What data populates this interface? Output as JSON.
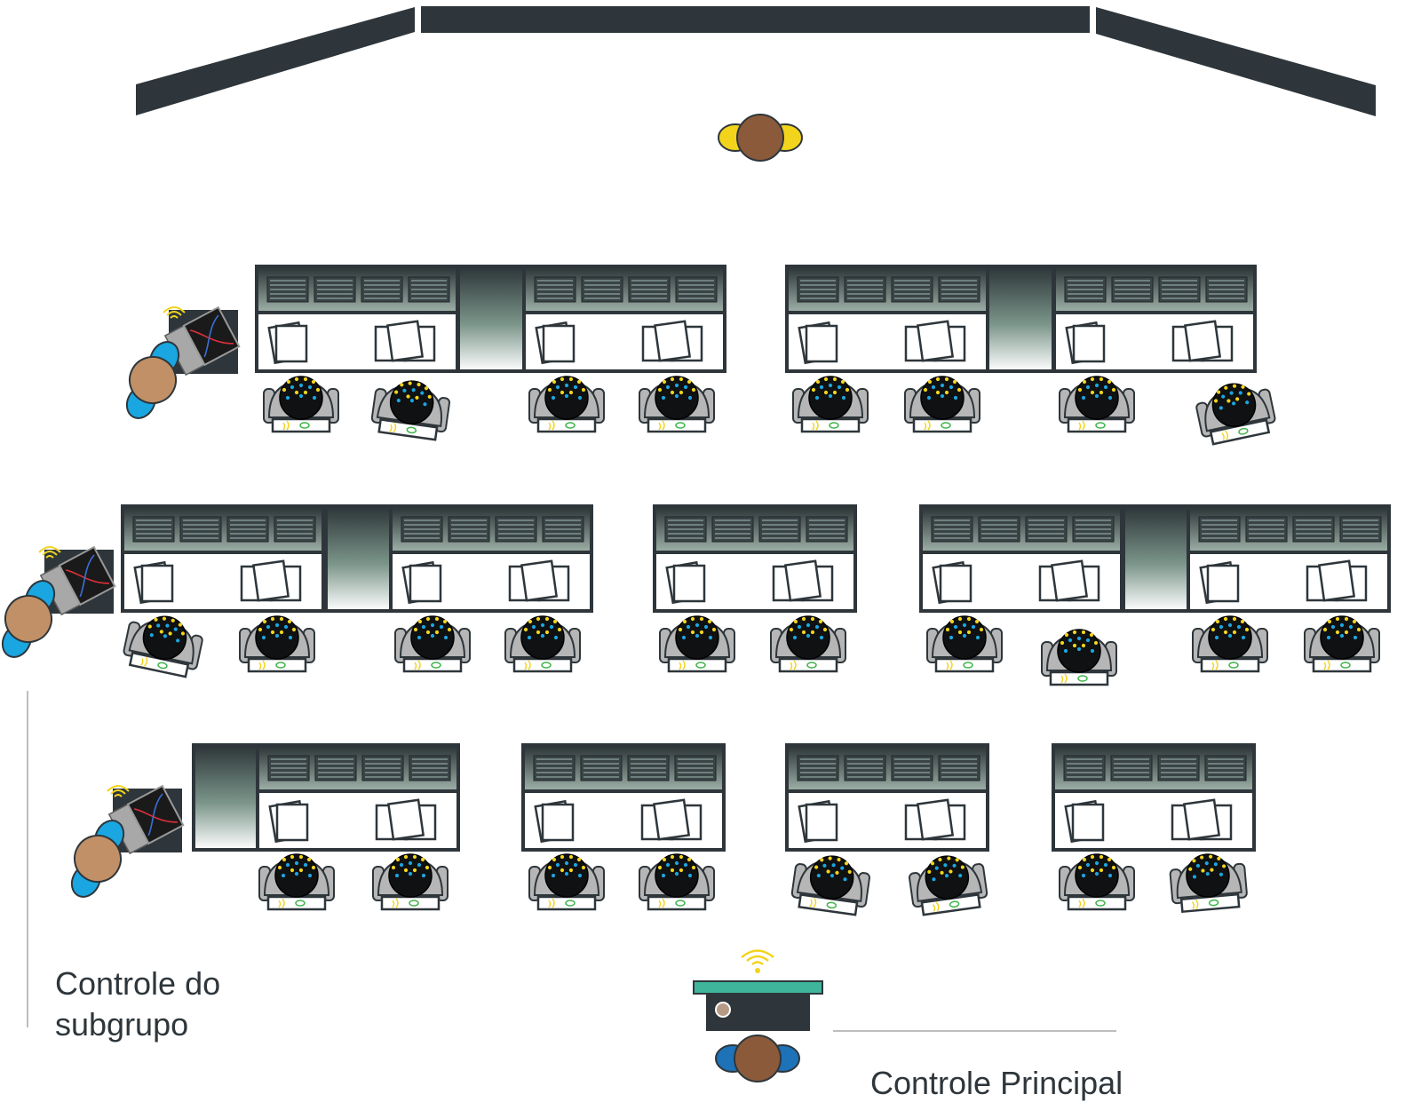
{
  "labels": {
    "subgroup_line1": "Controle do",
    "subgroup_line2": "subgrupo",
    "main_control": "Controle Principal"
  },
  "colors": {
    "dark": "#2e363b",
    "skin": "#8a5a3b",
    "skin_light": "#c19067",
    "teacher_accent": "#f2d41c",
    "assistant_accent": "#1aa6e0",
    "main_accent": "#1d72b8",
    "desk_top": "#3fb59c",
    "chair": "#b6b6b6",
    "cap_dot_yellow": "#f2d41c",
    "cap_dot_blue": "#1aa6e0",
    "wifi": "#f2d41c"
  },
  "icons": [
    "wall",
    "teacher-figure",
    "lab-bench",
    "student-chair",
    "eeg-cap",
    "laptop-icon",
    "wifi-icon",
    "main-control-desk"
  ]
}
